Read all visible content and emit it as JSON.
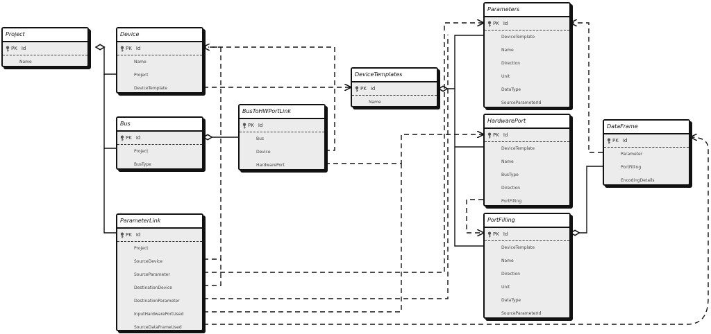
{
  "tables": {
    "project": {
      "title": "Project",
      "pk_label": "PK",
      "pk_field": "Id",
      "fields": [
        "Name"
      ]
    },
    "device": {
      "title": "Device",
      "pk_label": "PK",
      "pk_field": "Id",
      "fields": [
        "Name",
        "Project",
        "DeviceTemplate"
      ]
    },
    "bus": {
      "title": "Bus",
      "pk_label": "PK",
      "pk_field": "Id",
      "fields": [
        "Project",
        "BusType"
      ]
    },
    "parameterlink": {
      "title": "ParameterLink",
      "pk_label": "PK",
      "pk_field": "Id",
      "fields": [
        "Project",
        "SourceDevice",
        "SourceParameter",
        "DestinationDevice",
        "DestinationParameter",
        "InputHardwarePortUsed",
        "SourceDataFrameUsed"
      ]
    },
    "bustohwportlink": {
      "title": "BusToHWPortLink",
      "pk_label": "PK",
      "pk_field": "Id",
      "fields": [
        "Bus",
        "Device",
        "HardwarePort"
      ]
    },
    "devicetemplates": {
      "title": "DeviceTemplates",
      "pk_label": "PK",
      "pk_field": "Id",
      "fields": [
        "Name"
      ]
    },
    "parameters": {
      "title": "Parameters",
      "pk_label": "PK",
      "pk_field": "Id",
      "fields": [
        "DeviceTemplate",
        "Name",
        "Direction",
        "Unit",
        "DataType",
        "SourceParameterId"
      ]
    },
    "hardwareport": {
      "title": "HardwarePort",
      "pk_label": "PK",
      "pk_field": "Id",
      "fields": [
        "DeviceTemplate",
        "Name",
        "BusType",
        "Direction",
        "PortFilling"
      ]
    },
    "portfilling": {
      "title": "PortFilling",
      "pk_label": "PK",
      "pk_field": "Id",
      "fields": [
        "DeviceTemplate",
        "Name",
        "Direction",
        "Unit",
        "DataType",
        "SourceParameterId"
      ]
    },
    "dataframe": {
      "title": "DataFrame",
      "pk_label": "PK",
      "pk_field": "Id",
      "fields": [
        "Parameter",
        "PortFilling",
        "EncodingDetails"
      ]
    }
  },
  "colors": {
    "stroke": "#111111",
    "body": "#ececec",
    "header": "#ffffff",
    "text": "#444444"
  }
}
